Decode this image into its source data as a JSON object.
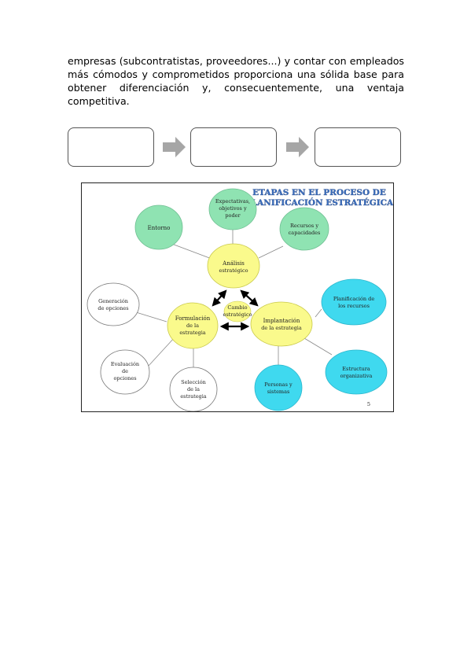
{
  "paragraph": {
    "lines": [
      "empresas (subcontratistas, proveedores...) y contar con empleados",
      "más cómodos y comprometidos proporciona una sólida base para",
      "obtener diferenciación y, consecuentemente, una ventaja",
      "competitiva."
    ]
  },
  "flow": {
    "boxes": [
      "",
      "",
      ""
    ],
    "arrow_icon": "right-arrow-icon",
    "box_border_color": "#555555",
    "arrow_color": "#a6a6a6"
  },
  "diagram": {
    "title_lines": [
      "ETAPAS EN EL PROCESO DE",
      "PLANIFICACIÓN ESTRATÉGICA"
    ],
    "center": [
      "Cambio",
      "estratégico"
    ],
    "page_number": "5",
    "nodes": {
      "analisis": [
        "Análisis",
        "estratégico"
      ],
      "formulacion": [
        "Formulación",
        "de la",
        "estrategia"
      ],
      "implantacion": [
        "Implantación",
        "de la estrategia"
      ],
      "entorno": [
        "Entorno"
      ],
      "expectativas": [
        "Expectativas,",
        "objetivos y",
        "poder"
      ],
      "recursos": [
        "Recursos y",
        "capacidades"
      ],
      "generacion": [
        "Generación",
        "de opciones"
      ],
      "evaluacion": [
        "Evaluación",
        "de",
        "opciones"
      ],
      "seleccion": [
        "Selección",
        "de la",
        "estrategia"
      ],
      "planificacion_recursos": [
        "Planificación de",
        "los recursos"
      ],
      "estructura": [
        "Estructura",
        "organizativa"
      ],
      "personas": [
        "Personas y",
        "sistemas"
      ]
    },
    "colors": {
      "yellow": "#fafa8c",
      "green": "#8fe3b2",
      "cyan": "#3fd9ef",
      "white": "#ffffff",
      "title": "#3b6fc0"
    }
  }
}
